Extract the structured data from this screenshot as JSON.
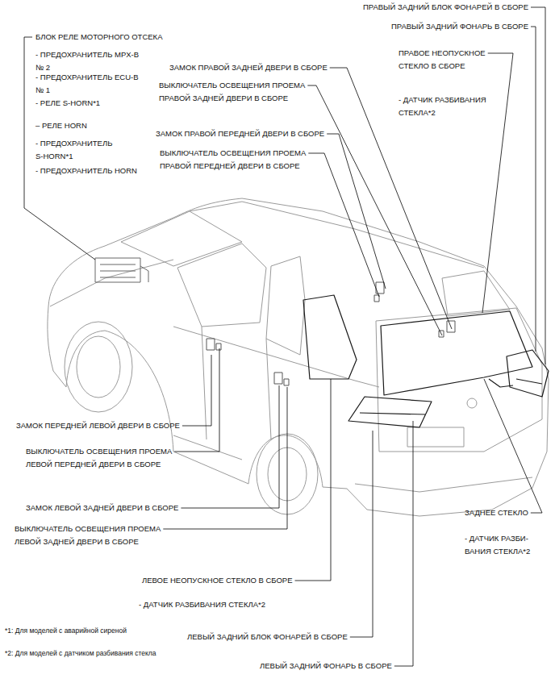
{
  "diagram": {
    "labels": [
      "ПРАВЫЙ ЗАДНИЙ БЛОК ФОНАРЕЙ В СБОРЕ",
      "ПРАВЫЙ ЗАДНИЙ ФОНАРЬ В СБОРЕ",
      "БЛОК РЕЛЕ МОТОРНОГО ОТСЕКА",
      "ПРАВОЕ НЕОПУСКНОЕ СТЕКЛО В СБОРЕ",
      "- ПРЕДОХРАНИТЕЛЬ MPX-B № 2",
      "ЗАМОК ПРАВОЙ ЗАДНЕЙ ДВЕРИ В СБОРЕ",
      "- ПРЕДОХРАНИТЕЛЬ ECU-B № 1",
      "ВЫКЛЮЧАТЕЛЬ ОСВЕЩЕНИЯ ПРОЕМА ПРАВОЙ ЗАДНЕЙ ДВЕРИ В СБОРЕ",
      "- ДАТЧИК РАЗБИВАНИЯ СТЕКЛА*2",
      "- РЕЛЕ S-HORN*1",
      "– РЕЛЕ HORN",
      "ЗАМОК ПРАВОЙ ПЕРЕДНЕЙ ДВЕРИ В СБОРЕ",
      "- ПРЕДОХРАНИТЕЛЬ S-HORN*1",
      "ВЫКЛЮЧАТЕЛЬ ОСВЕЩЕНИЯ ПРОЕМА ПРАВОЙ ПЕРЕДНЕЙ ДВЕРИ В СБОРЕ",
      "- ПРЕДОХРАНИТЕЛЬ HORN",
      "ЗАМОК ПЕРЕДНЕЙ ЛЕВОЙ ДВЕРИ В СБОРЕ",
      "ВЫКЛЮЧАТЕЛЬ ОСВЕЩЕНИЯ ПРОЕМА ЛЕВОЙ ПЕРЕДНЕЙ ДВЕРИ В СБОРЕ",
      "ЗАМОК ЛЕВОЙ ЗАДНЕЙ ДВЕРИ В СБОРЕ",
      "ЗАДНЕЕ СТЕКЛО",
      "ВЫКЛЮЧАТЕЛЬ ОСВЕЩЕНИЯ ПРОЕМА ЛЕВОЙ ЗАДНЕЙ ДВЕРИ В СБОРЕ",
      "- ДАТЧИК РАЗБИ- ВАНИЯ СТЕКЛА*2",
      "ЛЕВОЕ НЕОПУСКНОЕ СТЕКЛО В СБОРЕ",
      "- ДАТЧИК РАЗБИВАНИЯ СТЕКЛА*2",
      "*1: Для моделей с аварийной сиреной",
      "ЛЕВЫЙ ЗАДНИЙ БЛОК ФОНАРЕЙ В СБОРЕ",
      "*2: Для моделей с датчиком разбивания стекла",
      "ЛЕВЫЙ ЗАДНИЙ ФОНАРЬ В СБОРЕ"
    ]
  }
}
